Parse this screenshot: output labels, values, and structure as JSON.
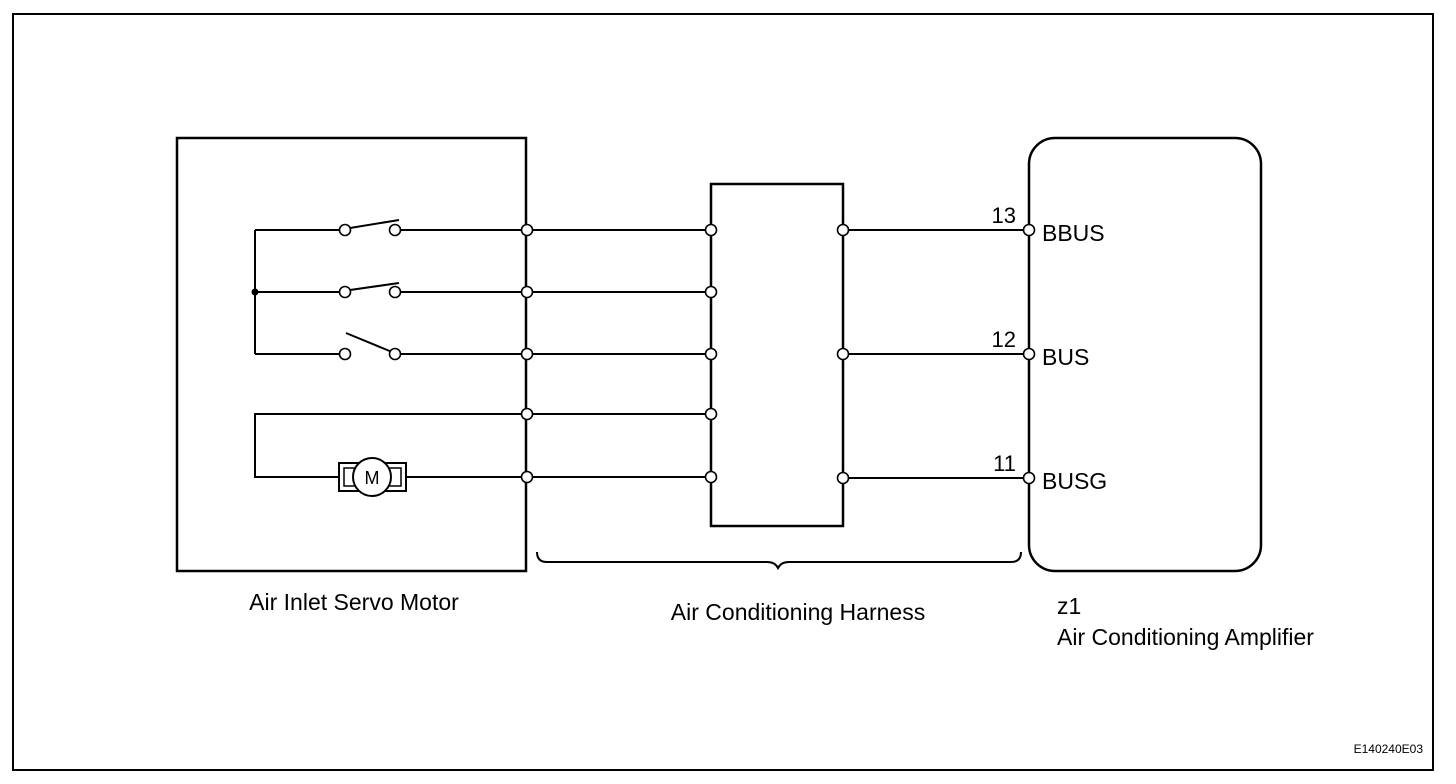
{
  "components": {
    "servo_motor": {
      "label": "Air Inlet Servo Motor",
      "motor_symbol": "M"
    },
    "harness": {
      "label": "Air Conditioning Harness"
    },
    "amplifier": {
      "connector": "z1",
      "label": "Air Conditioning Amplifier"
    }
  },
  "pins": [
    {
      "number": "13",
      "name": "BBUS"
    },
    {
      "number": "12",
      "name": "BUS"
    },
    {
      "number": "11",
      "name": "BUSG"
    }
  ],
  "figure_code": "E140240E03"
}
